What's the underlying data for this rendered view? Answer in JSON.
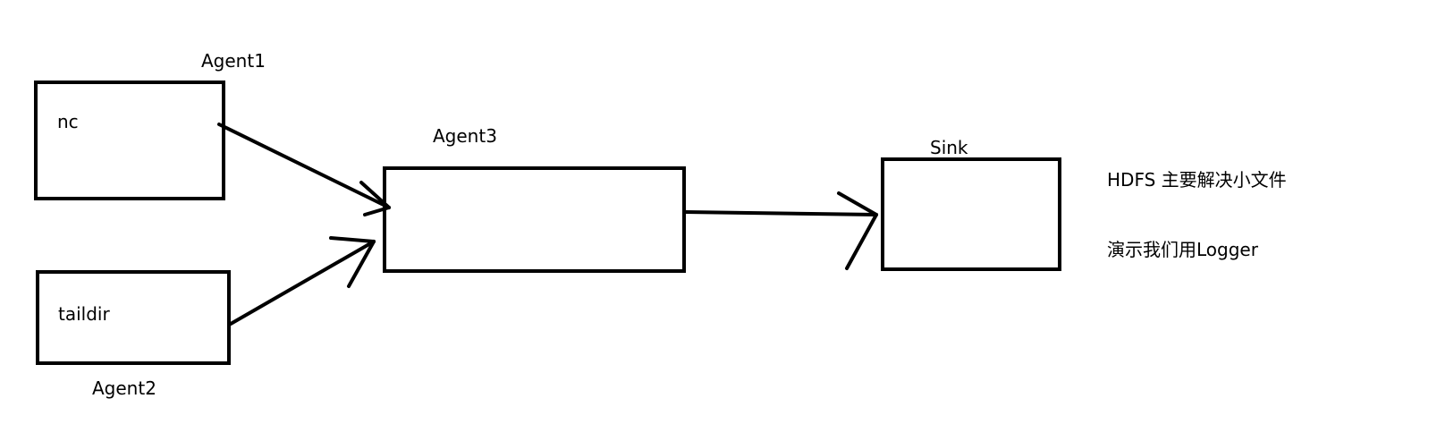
{
  "nodes": {
    "agent1": {
      "title": "Agent1",
      "content": "nc"
    },
    "agent2": {
      "title": "Agent2",
      "content": "taildir"
    },
    "agent3": {
      "title": "Agent3"
    },
    "sink": {
      "title": "Sink"
    }
  },
  "notes": [
    "HDFS 主要解决小文件",
    "演示我们用Logger"
  ],
  "edges": [
    {
      "from": "agent1",
      "to": "agent3"
    },
    {
      "from": "agent2",
      "to": "agent3"
    },
    {
      "from": "agent3",
      "to": "sink"
    }
  ],
  "colors": {
    "stroke": "#000000",
    "background": "#ffffff"
  }
}
